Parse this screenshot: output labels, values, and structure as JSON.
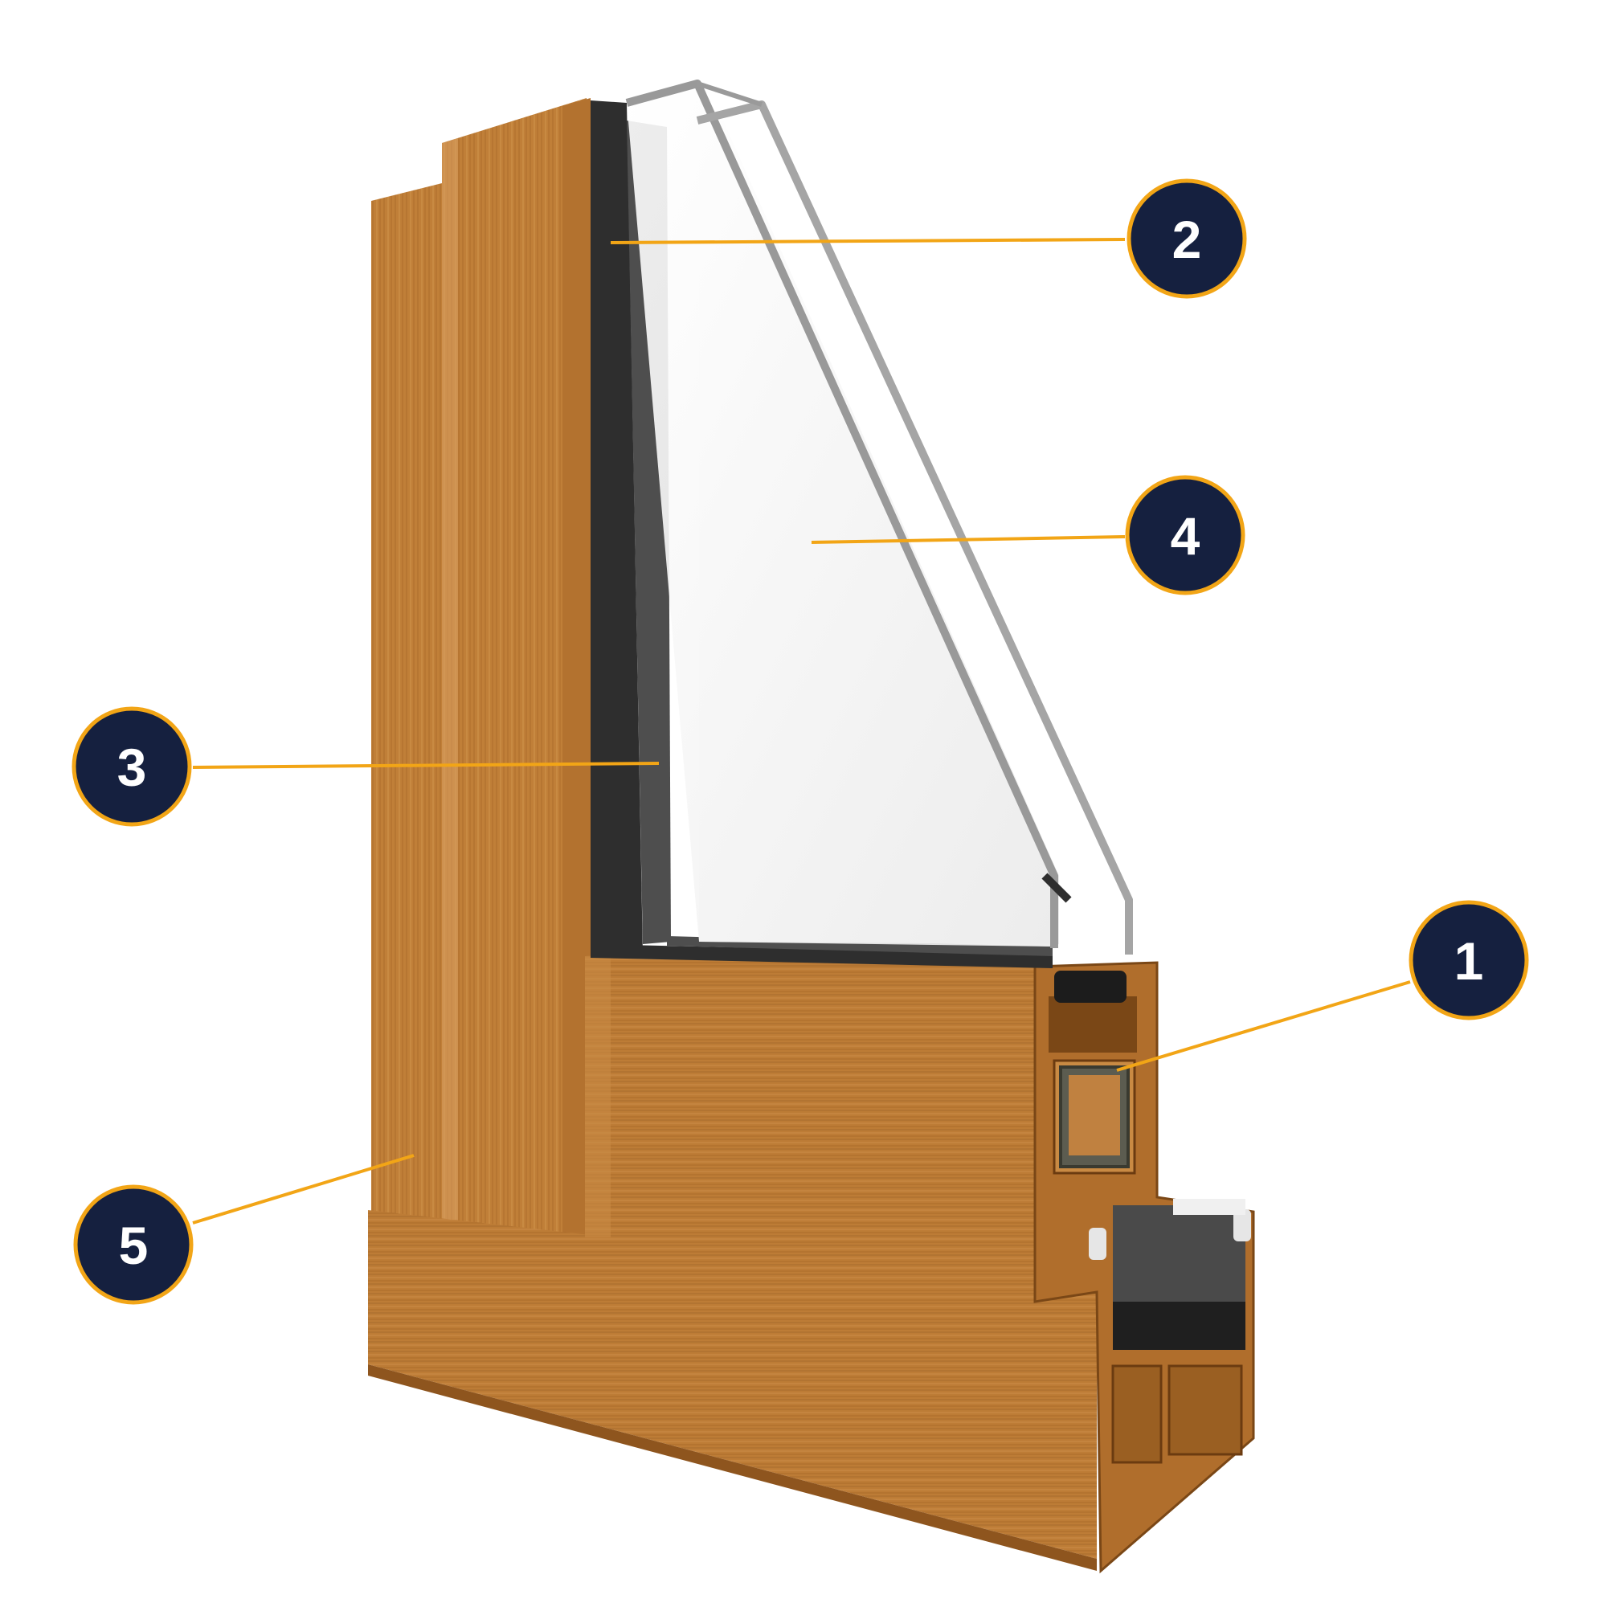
{
  "colors": {
    "background": "#ffffff",
    "callout_fill": "#15203f",
    "callout_stroke": "#f2a516",
    "leader_line": "#f2a516",
    "wood_light": "#c98a43",
    "wood_mid": "#b8772f",
    "wood_dark": "#9a5f22",
    "spacer_bar": "#3b3b3b",
    "glass": "#f4f4f4",
    "glass_edge": "#9a9a9a"
  },
  "diagram": {
    "subject": "window-frame-corner-cross-section",
    "callouts": [
      {
        "label": "2",
        "target": "glazing-bead-seal"
      },
      {
        "label": "4",
        "target": "double-glazing-unit"
      },
      {
        "label": "3",
        "target": "spacer-bar"
      },
      {
        "label": "1",
        "target": "steel-reinforcement"
      },
      {
        "label": "5",
        "target": "outer-frame-profile"
      }
    ]
  }
}
